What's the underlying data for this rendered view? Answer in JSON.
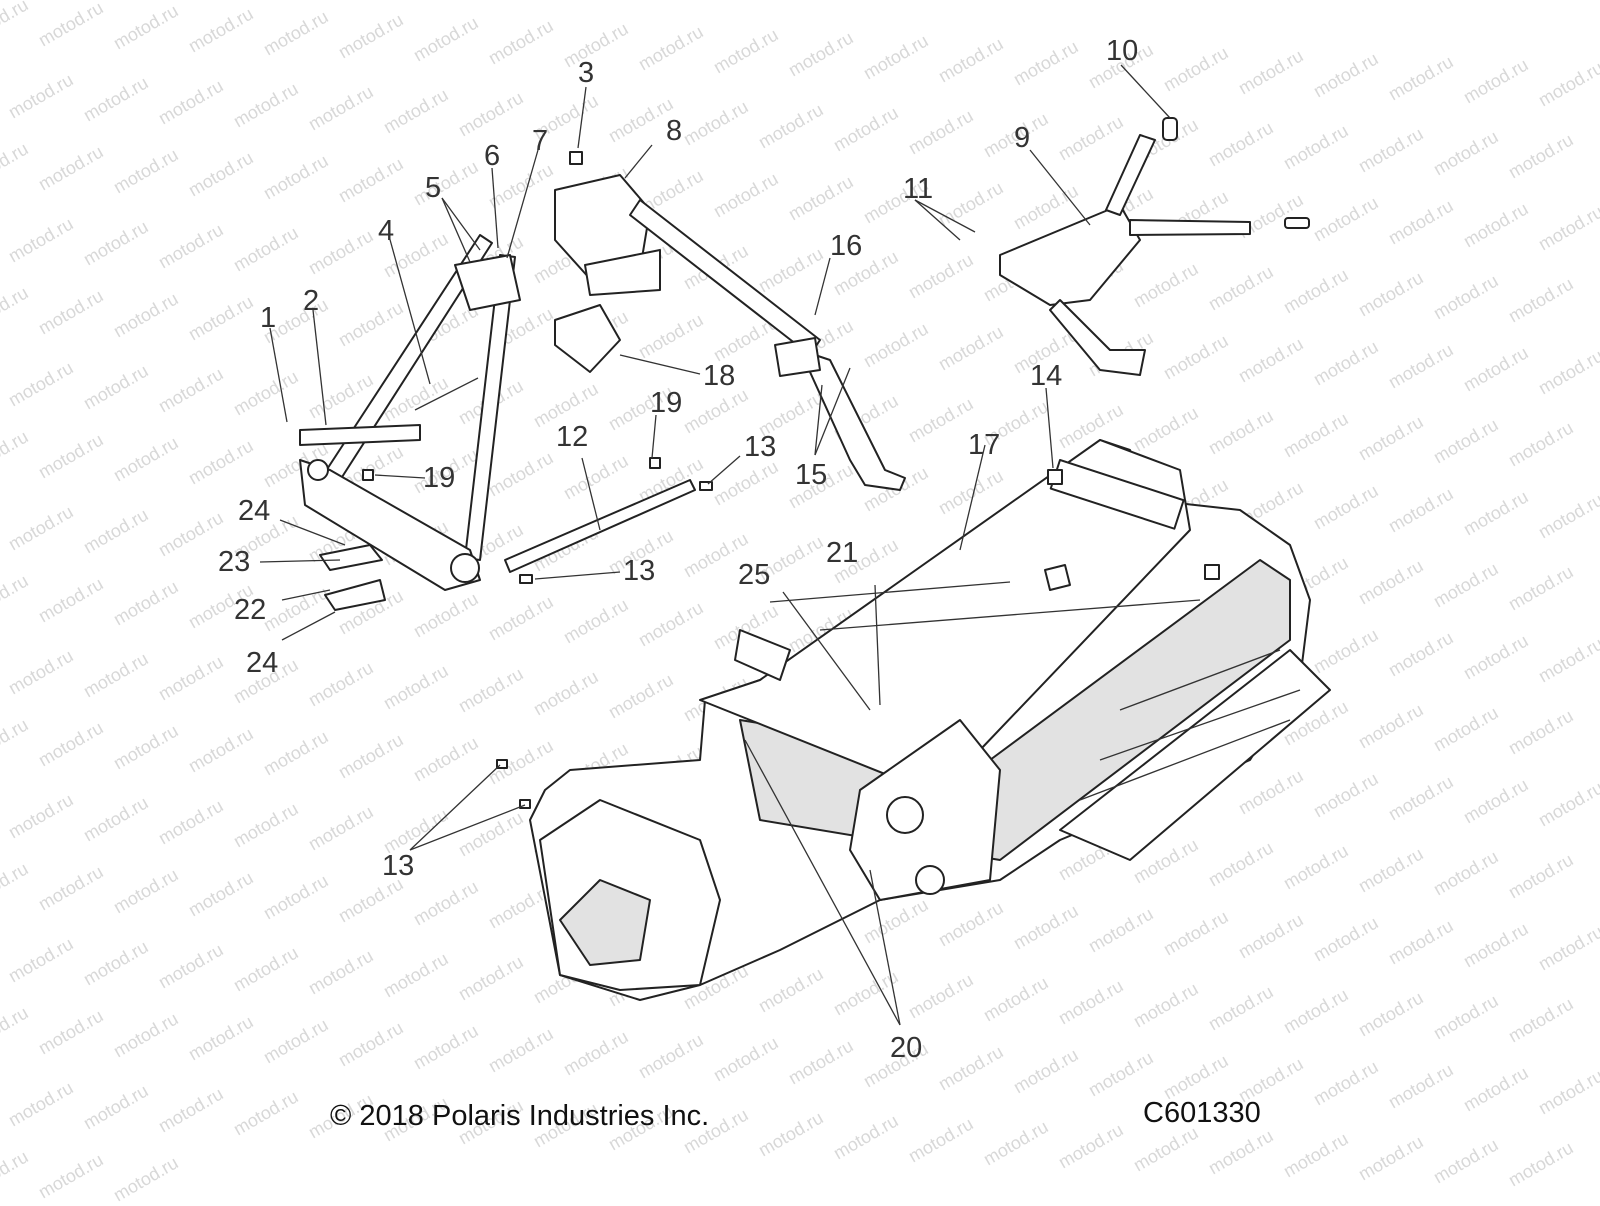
{
  "watermark": {
    "text": "motod.ru"
  },
  "callouts": [
    "1",
    "2",
    "3",
    "4",
    "5",
    "6",
    "7",
    "8",
    "9",
    "10",
    "11",
    "12",
    "13",
    "14",
    "15",
    "16",
    "17",
    "18",
    "19",
    "20",
    "21",
    "22",
    "23",
    "24",
    "25"
  ],
  "footer": {
    "copyright": "© 2018 Polaris Industries Inc.",
    "diagram_code": "C601330"
  },
  "colors": {
    "line": "#222222",
    "label": "#333333",
    "watermark": "#d8d8d8",
    "panel": "#e2e2e2"
  }
}
